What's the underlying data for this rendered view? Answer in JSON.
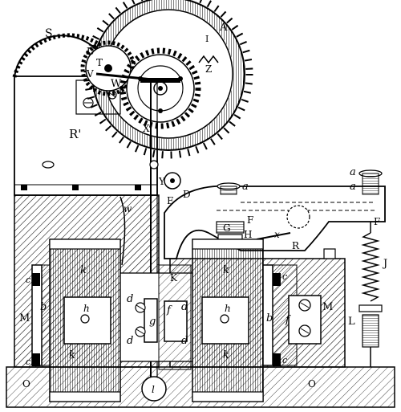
{
  "labels": {
    "S": "S",
    "A": "A",
    "I": "I",
    "U": "U",
    "T": "T",
    "V": "V",
    "Z": "Z",
    "W": "W",
    "R1": "R'",
    "X": "X",
    "Y": "Y",
    "D": "D",
    "E": "E",
    "w": "w",
    "a1": "a",
    "a2": "a",
    "a3": "a",
    "G": "G",
    "F1": "F",
    "H": "H",
    "x": "x",
    "R": "R",
    "F2": "F",
    "J": "J",
    "k1": "k",
    "k2": "k",
    "k3": "k",
    "k4": "k",
    "K": "K",
    "c1": "c",
    "c2": "c",
    "c3": "c",
    "c4": "c",
    "b1": "b",
    "b2": "b",
    "M1": "M",
    "M2": "M",
    "h1": "h",
    "h2": "h",
    "d1": "d",
    "d2": "d",
    "d3": "d",
    "d4": "d",
    "f1": "f",
    "f2": "f",
    "g": "g",
    "l": "l",
    "L": "L",
    "O1": "O",
    "O2": "O"
  }
}
